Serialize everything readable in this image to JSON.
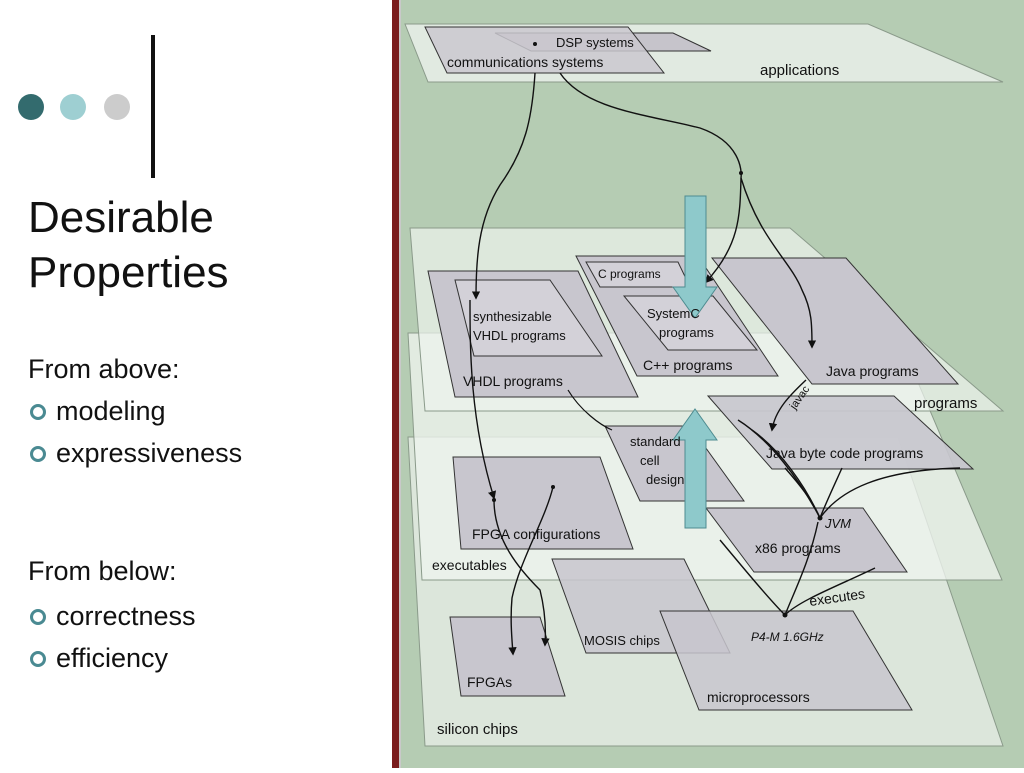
{
  "header": {
    "dot_colors": [
      "#336b6e",
      "#9ecfd2",
      "#cccccc"
    ]
  },
  "slide": {
    "title_lines": [
      "Desirable",
      "Properties"
    ],
    "above_label": "From above:",
    "above_items": [
      "modeling",
      "expressiveness"
    ],
    "below_label": "From below:",
    "below_items": [
      "correctness",
      "efficiency"
    ]
  },
  "diagram": {
    "background_color": "#b5ccb3",
    "accent_arrow_color": "#8ec9cb",
    "layers": {
      "applications": "applications",
      "programs": "programs",
      "executables": "executables",
      "silicon": "silicon chips"
    },
    "nodes": {
      "dsp": "DSP systems",
      "comm": "communications systems",
      "synth1": "synthesizable",
      "synth2": "VHDL programs",
      "vhdl": "VHDL programs",
      "cprog": "C programs",
      "systemc1": "SystemC",
      "systemc2": "programs",
      "cpp": "C++ programs",
      "java": "Java programs",
      "javac": "javac",
      "bytecode": "Java byte code programs",
      "std1": "standard",
      "std2": "cell",
      "std3": "design",
      "fpgacfg": "FPGA configurations",
      "jvm": "JVM",
      "x86": "x86 programs",
      "executes": "executes",
      "mosis": "MOSIS chips",
      "p4": "P4-M 1.6GHz",
      "fpgas": "FPGAs",
      "micro": "microprocessors"
    }
  }
}
